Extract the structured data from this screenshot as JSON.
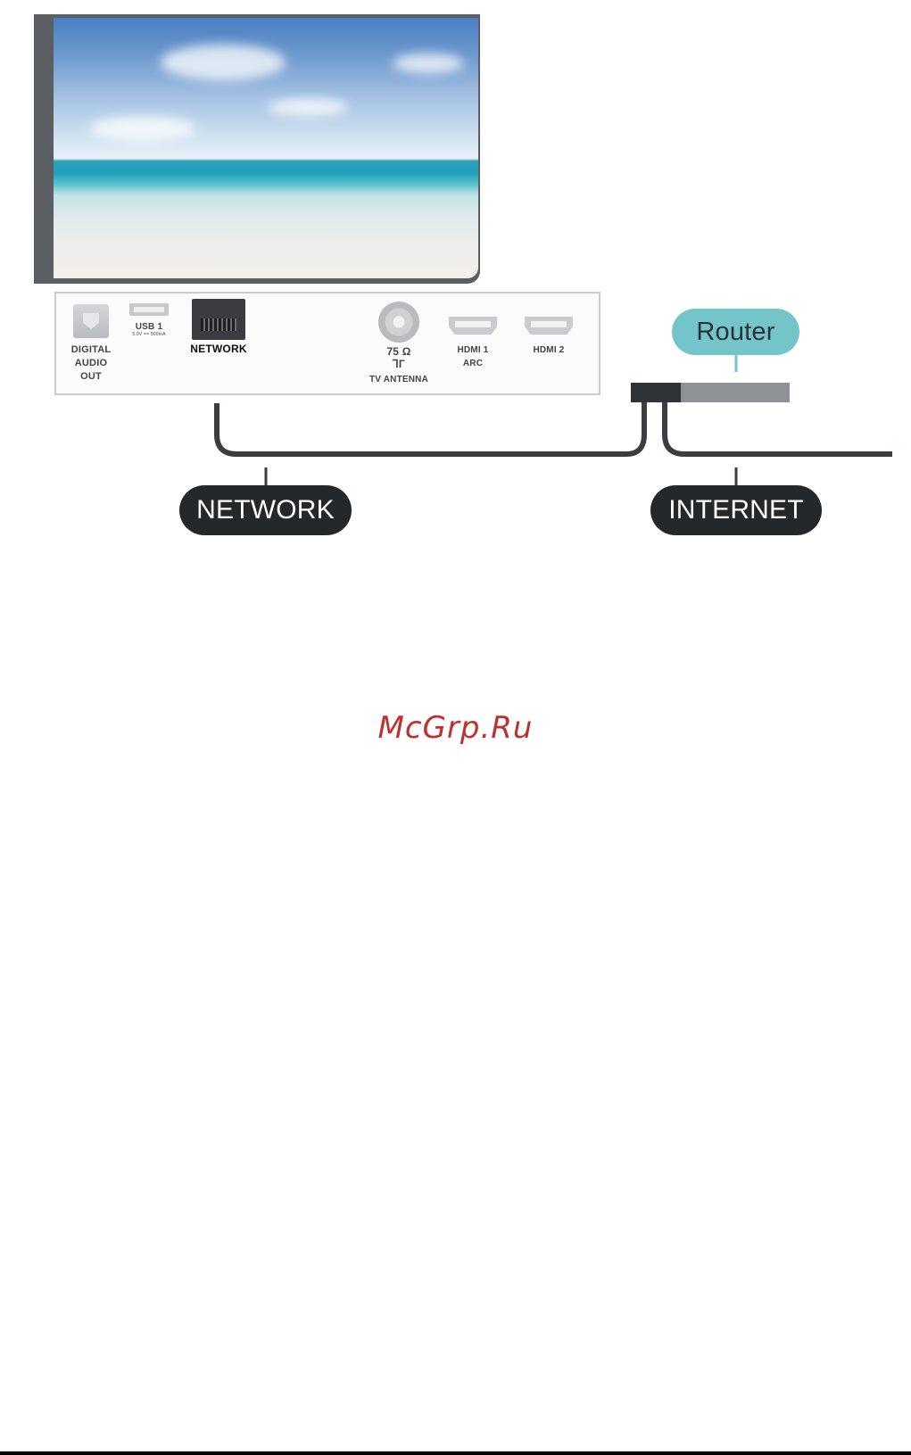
{
  "panel": {
    "digital_audio_out": "DIGITAL\nAUDIO\nOUT",
    "usb1": "USB 1",
    "usb1_rating": "5.0V == 500mA",
    "network": "NETWORK",
    "antenna_ohm": "75 Ω",
    "antenna_symbol": "⅂Г",
    "tv_antenna": "TV ANTENNA",
    "hdmi1": "HDMI 1\nARC",
    "hdmi2": "HDMI 2"
  },
  "labels": {
    "router": "Router",
    "network": "NETWORK",
    "internet": "INTERNET"
  },
  "watermark": "McGrp.Ru",
  "colors": {
    "bubble_dark": "#24282b",
    "router_bubble": "#74c5c9",
    "cable": "#3a3d41",
    "watermark": "#c0302f"
  }
}
